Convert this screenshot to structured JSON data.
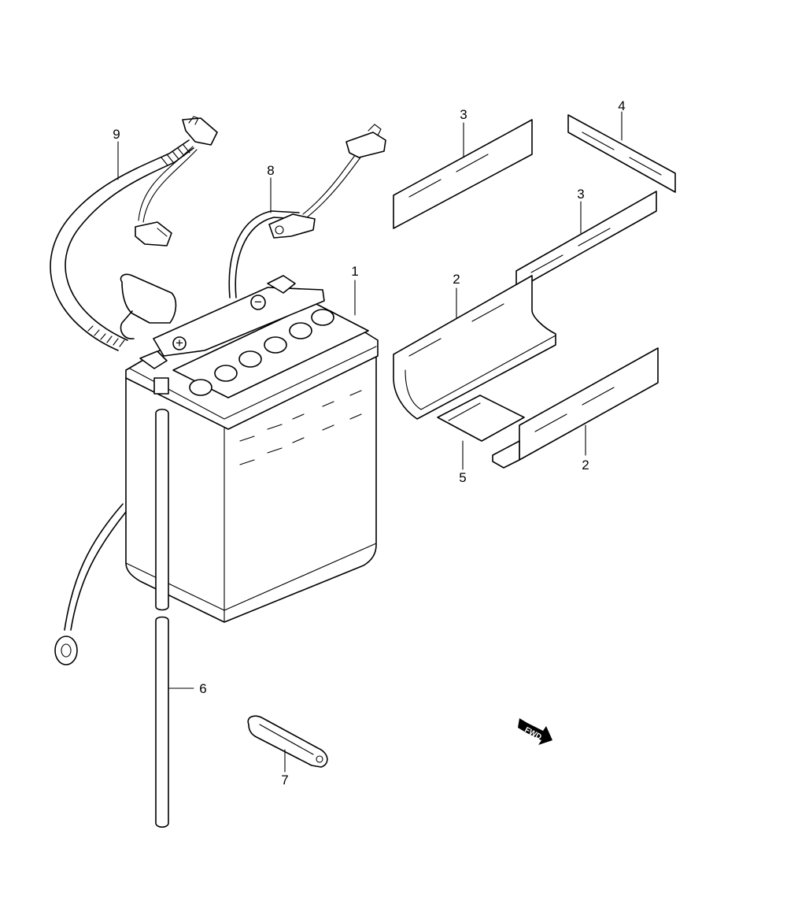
{
  "callouts": [
    {
      "id": "battery",
      "label": "1"
    },
    {
      "id": "spacer-left",
      "label": "2"
    },
    {
      "id": "spacer-right",
      "label": "2"
    },
    {
      "id": "pad-top",
      "label": "3"
    },
    {
      "id": "pad-mid",
      "label": "3"
    },
    {
      "id": "pad-4",
      "label": "4"
    },
    {
      "id": "base-pad",
      "label": "5"
    },
    {
      "id": "breather-hose",
      "label": "6"
    },
    {
      "id": "holder",
      "label": "7"
    },
    {
      "id": "minus-lead",
      "label": "8"
    },
    {
      "id": "plus-lead",
      "label": "9"
    }
  ],
  "terminal_marks": {
    "plus": "+",
    "minus": "−"
  },
  "fwd_arrow": {
    "label": "FWD",
    "icon": "fwd-arrow-icon"
  }
}
